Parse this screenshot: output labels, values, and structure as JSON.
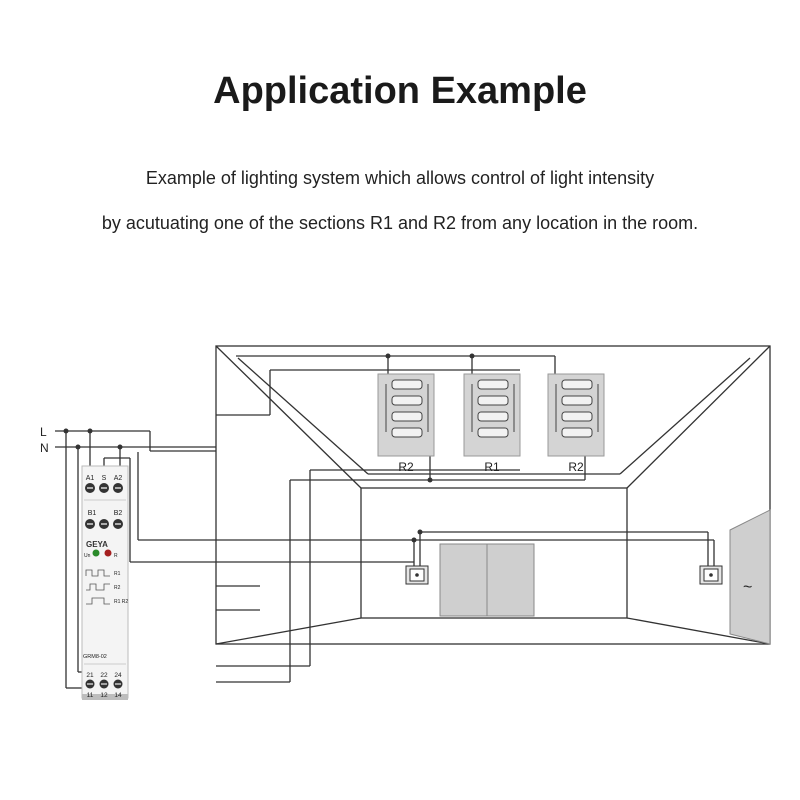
{
  "title": "Application Example",
  "description": {
    "line1": "Example of lighting system which allows control of light intensity",
    "line2": "by acutuating one of the sections R1 and R2 from any location in the room."
  },
  "supply": {
    "line": "L",
    "neutral": "N"
  },
  "relay": {
    "model": "GRM8-02",
    "brand": "GEYA",
    "top_terminals": [
      "A1",
      "S",
      "A2"
    ],
    "mid_terminals": [
      "B1",
      "B2"
    ],
    "indicators": [
      "Un",
      "R"
    ],
    "modes": [
      "R1",
      "R2",
      "R1 R2"
    ],
    "bottom_terminals_top": [
      "21",
      "22",
      "24"
    ],
    "bottom_terminals_bottom": [
      "11",
      "12",
      "14"
    ]
  },
  "lamp_groups": [
    {
      "label": "R2"
    },
    {
      "label": "R1"
    },
    {
      "label": "R2"
    }
  ],
  "ac_symbol": "~",
  "colors": {
    "line": "#333333",
    "lamp_panel": "#d4d4d4",
    "door": "#cfcfcf"
  }
}
